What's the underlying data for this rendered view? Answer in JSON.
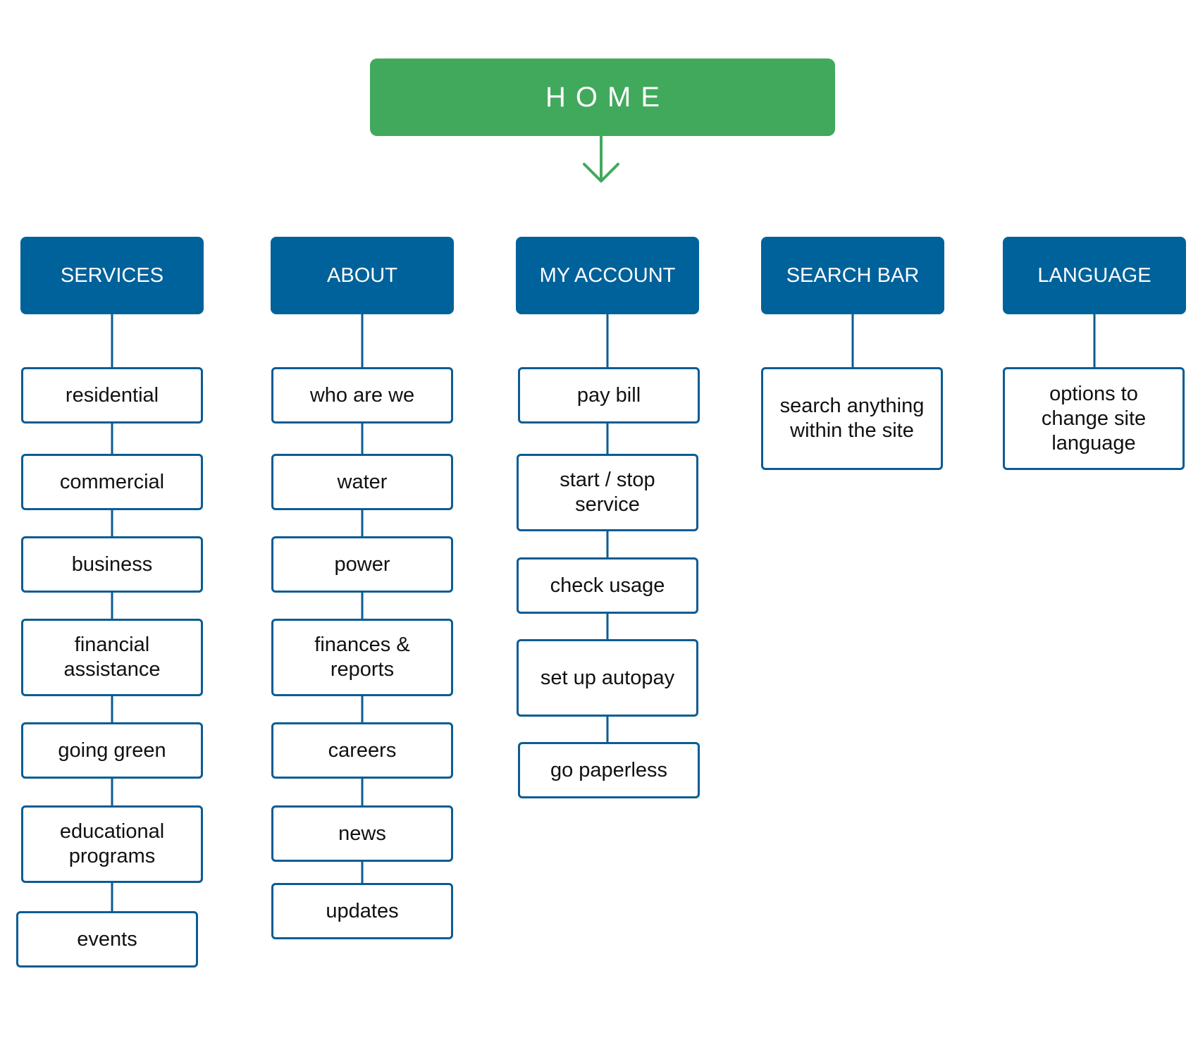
{
  "home": {
    "label": "HOME"
  },
  "columns": [
    {
      "id": "services",
      "label": "SERVICES",
      "items": [
        "residential",
        "commercial",
        "business",
        "financial\nassistance",
        "going green",
        "educational\nprograms",
        "events"
      ]
    },
    {
      "id": "about",
      "label": "ABOUT",
      "items": [
        "who are we",
        "water",
        "power",
        "finances &\nreports",
        "careers",
        "news",
        "updates"
      ]
    },
    {
      "id": "my-account",
      "label": "MY ACCOUNT",
      "items": [
        "pay bill",
        "start / stop\nservice",
        "check usage",
        "set up autopay",
        "go paperless"
      ]
    },
    {
      "id": "search-bar",
      "label": "SEARCH BAR",
      "items": [
        "search anything\nwithin the site"
      ]
    },
    {
      "id": "language",
      "label": "LANGUAGE",
      "items": [
        "options to\nchange site\nlanguage"
      ]
    }
  ],
  "colors": {
    "home": "#41a95c",
    "header": "#00629b",
    "border": "#0b5c94"
  }
}
